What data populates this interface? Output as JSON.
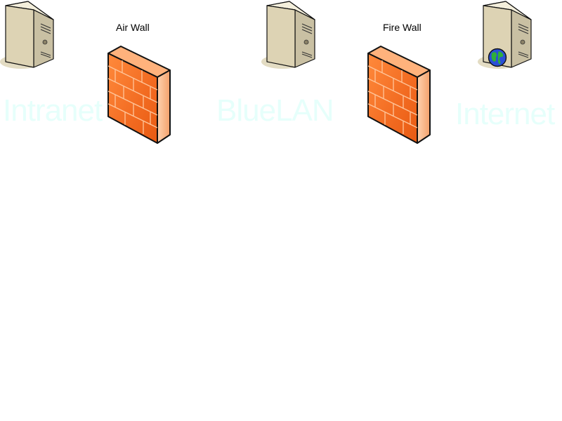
{
  "zones": {
    "intranet": "Intranet",
    "bluelan": "BlueLAN",
    "internet": "Internet"
  },
  "walls": {
    "air_wall": "Air Wall",
    "fire_wall": "Fire Wall"
  },
  "colors": {
    "zone_text": "#e6fffb",
    "server_body": "#e8dfc2",
    "wall_orange": "#f26b21"
  },
  "icons": {
    "server": "server-icon",
    "firewall": "firewall-icon",
    "globe": "globe-icon"
  }
}
